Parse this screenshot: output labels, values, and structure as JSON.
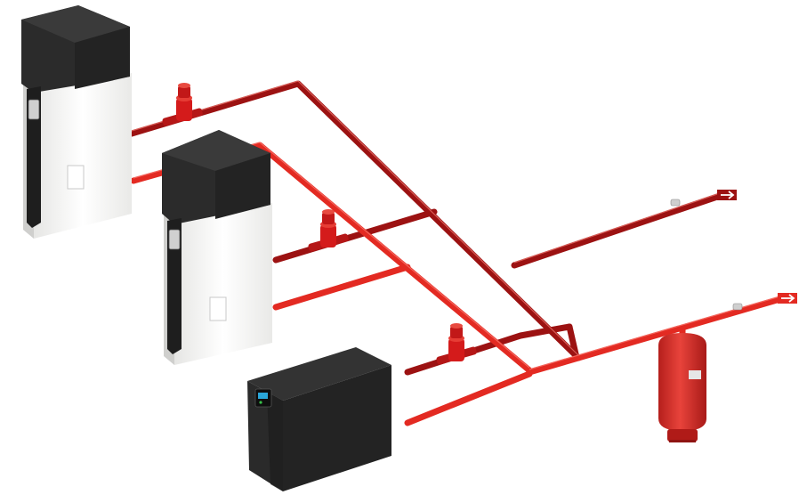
{
  "scene": {
    "type": "hydronic heating system schematic",
    "components": [
      {
        "id": "heat-pump-1",
        "kind": "floor-standing heat pump"
      },
      {
        "id": "heat-pump-2",
        "kind": "floor-standing heat pump"
      },
      {
        "id": "boiler",
        "kind": "floor-standing boiler"
      },
      {
        "id": "pump-1",
        "kind": "inline circulator pump"
      },
      {
        "id": "pump-2",
        "kind": "inline circulator pump"
      },
      {
        "id": "pump-3",
        "kind": "inline circulator pump"
      },
      {
        "id": "expansion-tank",
        "kind": "expansion tank"
      }
    ],
    "flow_arrows": [
      "supply-outlet",
      "return-inlet"
    ],
    "colors": {
      "supply_pipe": "#9c1212",
      "return_pipe": "#e32a22",
      "pump_body": "#d41b1b",
      "unit_casing": "#2b2b2b",
      "unit_panel": "#f4f4f2",
      "tank_body": "#d42f2a"
    }
  }
}
